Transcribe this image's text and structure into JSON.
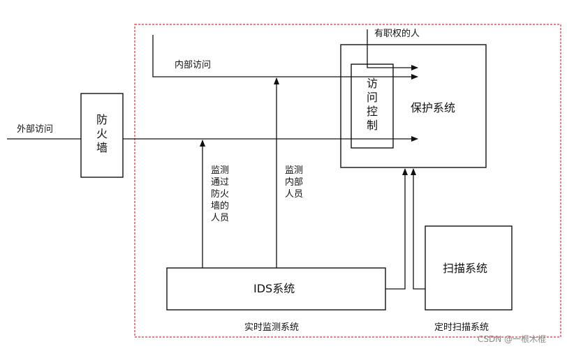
{
  "labels": {
    "external_access": "外部访问",
    "firewall": "防火墙",
    "internal_access": "内部访问",
    "authorized_person": "有职权的人",
    "access_control": "访问控制",
    "protection_system": "保护系统",
    "monitor_firewall_passers": "监测通过防火墙的人员",
    "monitor_internal_staff": "监测内部人员",
    "ids_system": "IDS系统",
    "scan_system": "扫描系统",
    "realtime_monitoring_system": "实时监测系统",
    "scheduled_scan_system": "定时扫描系统"
  },
  "watermark": "CSDN @一根木棍",
  "colors": {
    "line": "#111111",
    "boundary": "#e0303a"
  }
}
